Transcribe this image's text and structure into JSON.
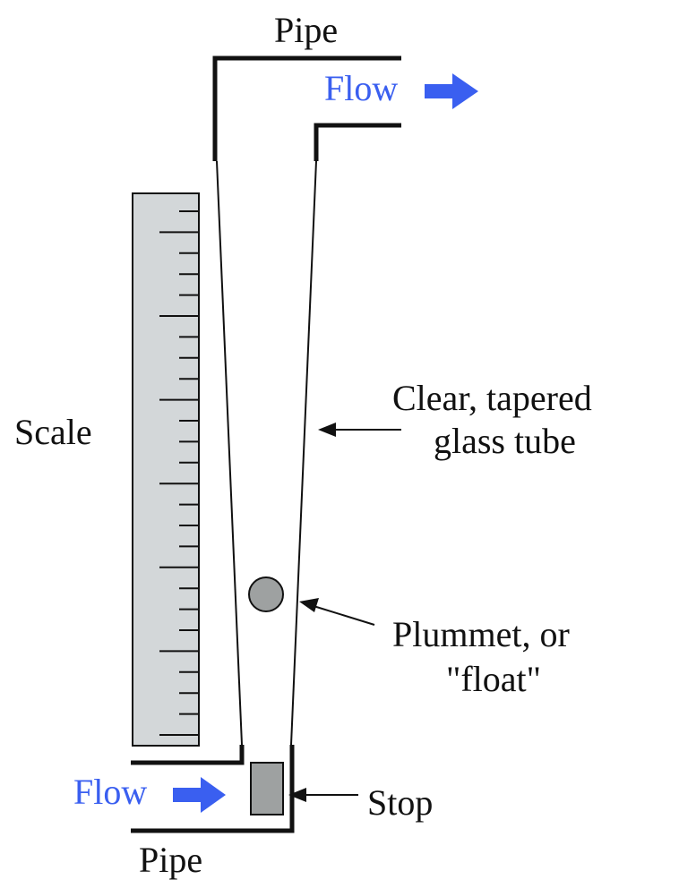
{
  "colors": {
    "flow": "#3a5ff0",
    "scale_fill": "#d3d7d9",
    "float_fill": "#9ea1a1",
    "stop_fill": "#9ea1a1",
    "line": "#111111"
  },
  "labels": {
    "pipe_top": "Pipe",
    "flow_top": "Flow",
    "scale": "Scale",
    "tube_line1": "Clear, tapered",
    "tube_line2": "glass tube",
    "float_line1": "Plummet, or",
    "float_line2": "\"float\"",
    "stop": "Stop",
    "flow_bottom": "Flow",
    "pipe_bottom": "Pipe"
  },
  "icons": {
    "flow_top_arrow": "arrow-right-icon",
    "flow_bottom_arrow": "arrow-right-icon"
  }
}
